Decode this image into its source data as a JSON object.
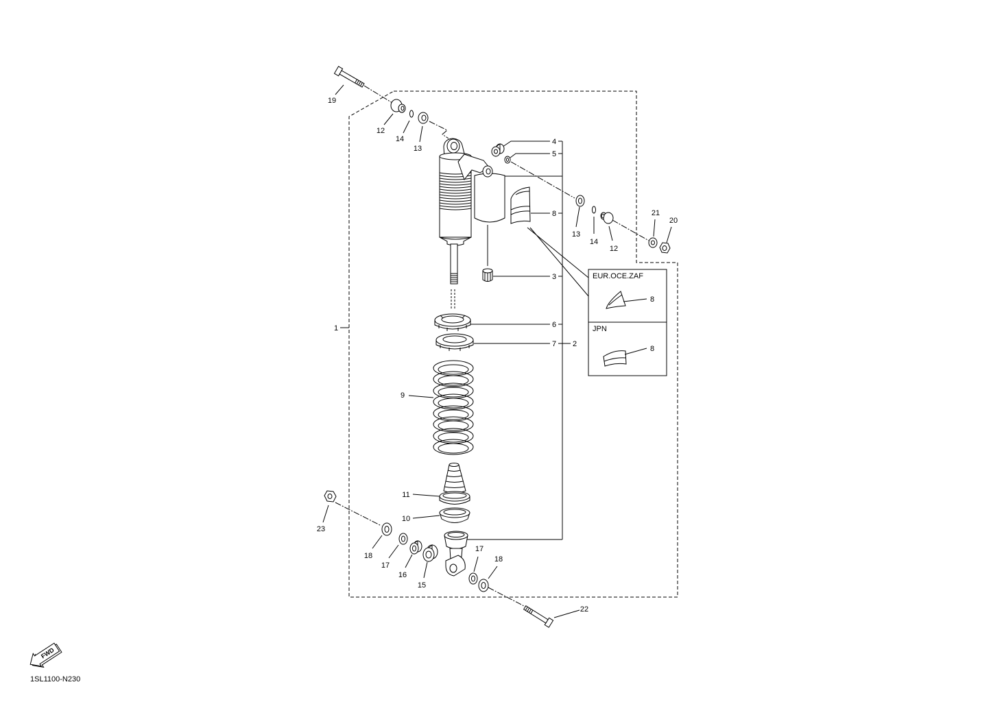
{
  "diagram": {
    "drawing_code": "1SL1100-N230",
    "fwd_label": "FWD",
    "inset": {
      "region_top": "EUR.OCE.ZAF",
      "region_bottom": "JPN",
      "part_top": "8",
      "part_bottom": "8"
    },
    "callouts": {
      "bolt_top": "19",
      "collar_top": "12",
      "oring_top": "14",
      "washer_top": "13",
      "part_4": "4",
      "part_5": "5",
      "band": "8",
      "washer_right": "13",
      "oring_right": "14",
      "collar_right": "12",
      "washer_far_right": "21",
      "nut_far_right": "20",
      "part_3": "3",
      "assembly": "1",
      "ring_6": "6",
      "ring_7": "7",
      "group_2": "2",
      "spring": "9",
      "ring_11": "11",
      "ring_10": "10",
      "nut_lower": "23",
      "washer_lower_left": "18",
      "bushing_lower_left": "17",
      "spacer": "16",
      "bearing": "15",
      "bushing_lower_right": "17",
      "washer_lower_right": "18",
      "bolt_lower": "22"
    }
  },
  "colors": {
    "line": "#000000",
    "background": "#ffffff"
  }
}
